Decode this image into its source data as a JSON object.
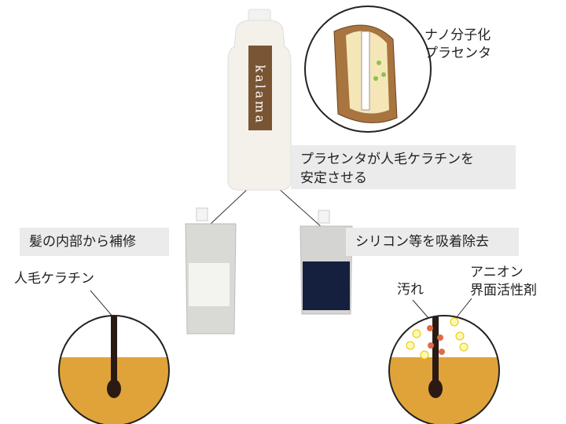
{
  "bottle": {
    "brand": "kalama"
  },
  "nano_label": [
    "ナノ分子化",
    "プラセンタ"
  ],
  "center_caption": [
    "プラセンタが人毛ケラチンを",
    "安定させる"
  ],
  "left_caption": "髪の内部から補修",
  "right_caption": "シリコン等を吸着除去",
  "left_hair_label": "人毛ケラチン",
  "dirt_label": "汚れ",
  "surfactant_label": [
    "アニオン",
    "界面活性剤"
  ],
  "colors": {
    "caption_bg": "#ebebeb",
    "brown": "#7a5533",
    "skin": "#e0a33a",
    "hair": "#2a1a12"
  }
}
